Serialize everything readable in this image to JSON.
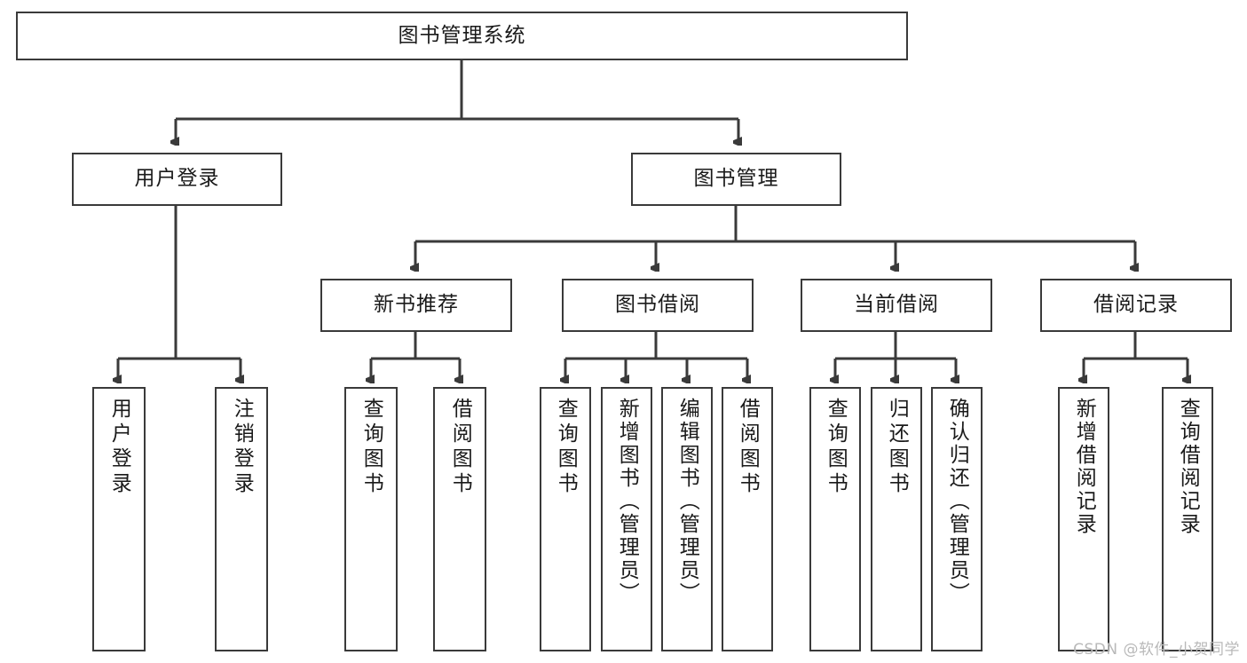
{
  "diagram": {
    "title": "图书管理系统",
    "type": "hierarchy-tree",
    "root": {
      "label": "图书管理系统"
    },
    "level1": [
      {
        "label": "用户登录"
      },
      {
        "label": "图书管理"
      }
    ],
    "level2": [
      {
        "label": "新书推荐"
      },
      {
        "label": "图书借阅"
      },
      {
        "label": "当前借阅"
      },
      {
        "label": "借阅记录"
      }
    ],
    "leaves": {
      "user_login": [
        {
          "label": "用户登录"
        },
        {
          "label": "注销登录"
        }
      ],
      "new_book_recommend": [
        {
          "label": "查询图书"
        },
        {
          "label": "借阅图书"
        }
      ],
      "book_borrow": [
        {
          "label": "查询图书"
        },
        {
          "label": "新增图书（管理员）"
        },
        {
          "label": "编辑图书（管理员）"
        },
        {
          "label": "借阅图书"
        }
      ],
      "current_borrow": [
        {
          "label": "查询图书"
        },
        {
          "label": "归还图书"
        },
        {
          "label": "确认归还（管理员）"
        }
      ],
      "borrow_record": [
        {
          "label": "新增借阅记录"
        },
        {
          "label": "查询借阅记录"
        }
      ]
    }
  },
  "watermark": {
    "text": "CSDN @软件_小贺同学"
  },
  "colors": {
    "border": "#3a3a3a",
    "background": "#ffffff",
    "text": "#1a1a1a",
    "watermark": "#b9b9b9"
  }
}
